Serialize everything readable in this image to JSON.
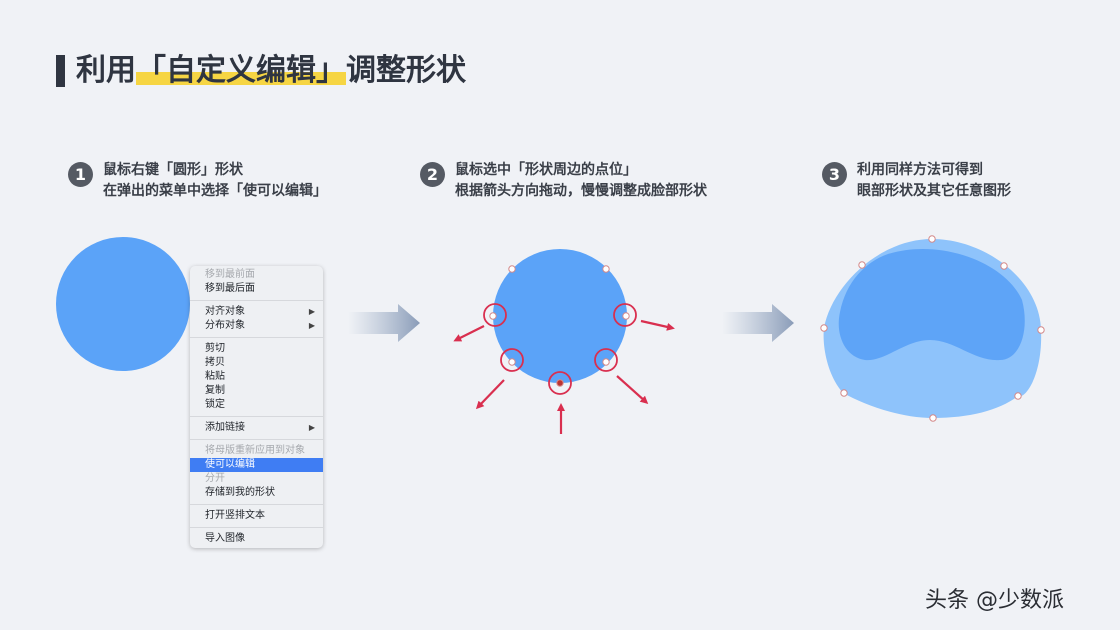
{
  "title": {
    "prefix": "利用",
    "highlight": "「自定义编辑」",
    "suffix": "调整形状"
  },
  "steps": [
    {
      "num": "1",
      "line1": "鼠标右键「圆形」形状",
      "line2": "在弹出的菜单中选择「使可以编辑」"
    },
    {
      "num": "2",
      "line1": "鼠标选中「形状周边的点位」",
      "line2": "根据箭头方向拖动，慢慢调整成脸部形状"
    },
    {
      "num": "3",
      "line1": "利用同样方法可得到",
      "line2": "眼部形状及其它任意图形"
    }
  ],
  "context_menu": {
    "items": [
      {
        "label": "移到最前面",
        "state": "disabled"
      },
      {
        "label": "移到最后面",
        "state": "normal"
      },
      {
        "label": "对齐对象",
        "state": "normal",
        "arrow": "▶"
      },
      {
        "label": "分布对象",
        "state": "normal",
        "arrow": "▶"
      },
      {
        "label": "剪切",
        "state": "normal"
      },
      {
        "label": "拷贝",
        "state": "normal"
      },
      {
        "label": "粘贴",
        "state": "normal"
      },
      {
        "label": "复制",
        "state": "normal"
      },
      {
        "label": "锁定",
        "state": "normal"
      },
      {
        "label": "添加链接",
        "state": "normal",
        "arrow": "▶"
      },
      {
        "label": "将母版重新应用到对象",
        "state": "disabled"
      },
      {
        "label": "使可以编辑",
        "state": "selected"
      },
      {
        "label": "分开",
        "state": "disabled"
      },
      {
        "label": "存储到我的形状",
        "state": "normal"
      },
      {
        "label": "打开竖排文本",
        "state": "normal"
      },
      {
        "label": "导入图像",
        "state": "normal"
      }
    ]
  },
  "colors": {
    "shape_blue": "#5ba3f8",
    "face_light": "#8ec3fb",
    "eye_dark": "#5ea4f7",
    "arrow_red": "#d92f4f",
    "menu_selected": "#3f7df3",
    "title_highlight": "#f6d543"
  },
  "watermark": "头条 @少数派"
}
